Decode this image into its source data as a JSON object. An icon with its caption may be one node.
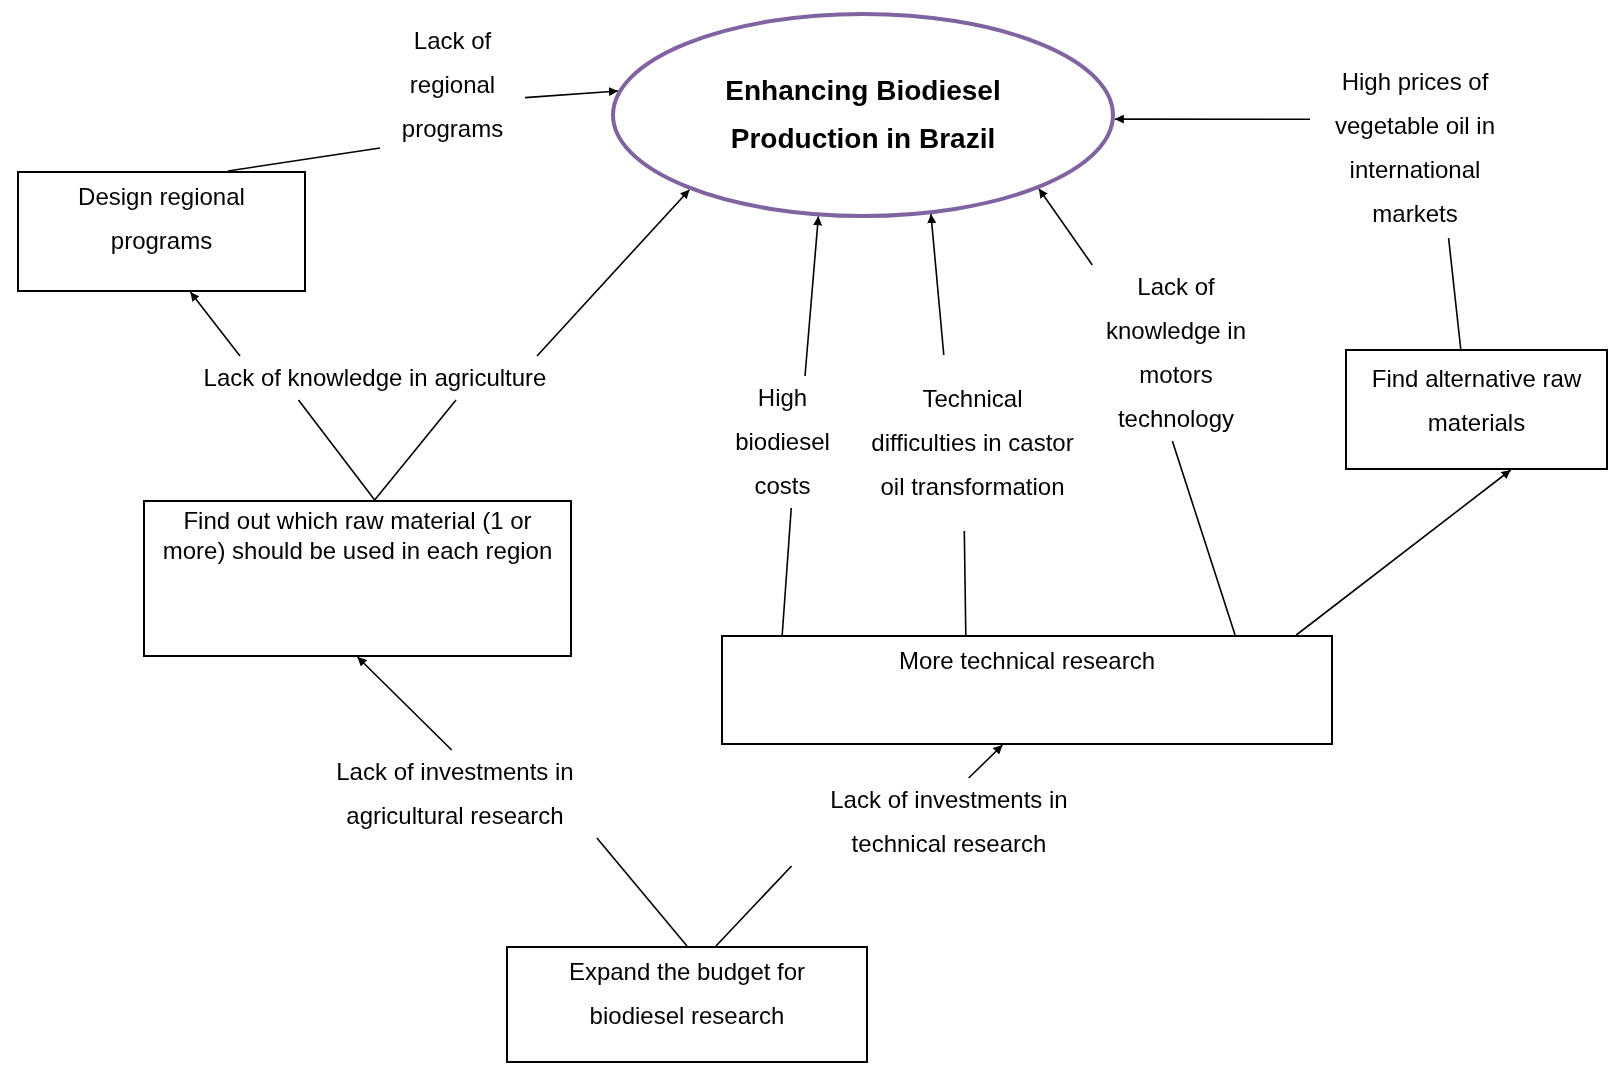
{
  "diagram": {
    "nodes": [
      {
        "text": [
          "Enhancing Biodiesel Production in Brazil"
        ]
      },
      {
        "text": [
          "Lack of regional programs"
        ]
      },
      {
        "text": [
          "High prices of vegetable oil in international markets"
        ]
      },
      {
        "text": [
          "Design regional programs"
        ]
      },
      {
        "text": [
          "Lack of knowledge in agriculture"
        ]
      },
      {
        "text": [
          "High biodiesel costs"
        ]
      },
      {
        "text": [
          "Technical difficulties in castor oil transformation"
        ]
      },
      {
        "text": [
          "Lack of knowledge in motors technology"
        ]
      },
      {
        "text": [
          "Find alternative raw materials"
        ]
      },
      {
        "text": [
          "Find out which raw material (1 or more) should be used in each region"
        ]
      },
      {
        "text": [
          "More technical research"
        ]
      },
      {
        "text": [
          "Lack of investments in agricultural research"
        ]
      },
      {
        "text": [
          "Lack of investments in technical research"
        ]
      },
      {
        "text": [
          "Expand the budget for biodiesel research"
        ]
      }
    ],
    "edges": [
      {
        "from": 1,
        "to": 0,
        "arrow": "to"
      },
      {
        "from": 3,
        "to": 1,
        "arrow": "none"
      },
      {
        "from": 2,
        "to": 0,
        "arrow": "to"
      },
      {
        "from": 8,
        "to": 2,
        "arrow": "none"
      },
      {
        "from": 4,
        "to": 3,
        "arrow": "to"
      },
      {
        "from": 4,
        "to": 0,
        "arrow": "to"
      },
      {
        "from": 9,
        "to": 4,
        "arrow": "none"
      },
      {
        "from": 9,
        "to": 4,
        "arrow": "none"
      },
      {
        "from": 5,
        "to": 0,
        "arrow": "to"
      },
      {
        "from": 6,
        "to": 0,
        "arrow": "to"
      },
      {
        "from": 7,
        "to": 0,
        "arrow": "to"
      },
      {
        "from": 10,
        "to": 5,
        "arrow": "none"
      },
      {
        "from": 10,
        "to": 6,
        "arrow": "none"
      },
      {
        "from": 10,
        "to": 7,
        "arrow": "none"
      },
      {
        "from": 10,
        "to": 8,
        "arrow": "to"
      },
      {
        "from": 11,
        "to": 9,
        "arrow": "to"
      },
      {
        "from": 12,
        "to": 10,
        "arrow": "to"
      },
      {
        "from": 13,
        "to": 11,
        "arrow": "none"
      },
      {
        "from": 13,
        "to": 12,
        "arrow": "none"
      }
    ]
  }
}
